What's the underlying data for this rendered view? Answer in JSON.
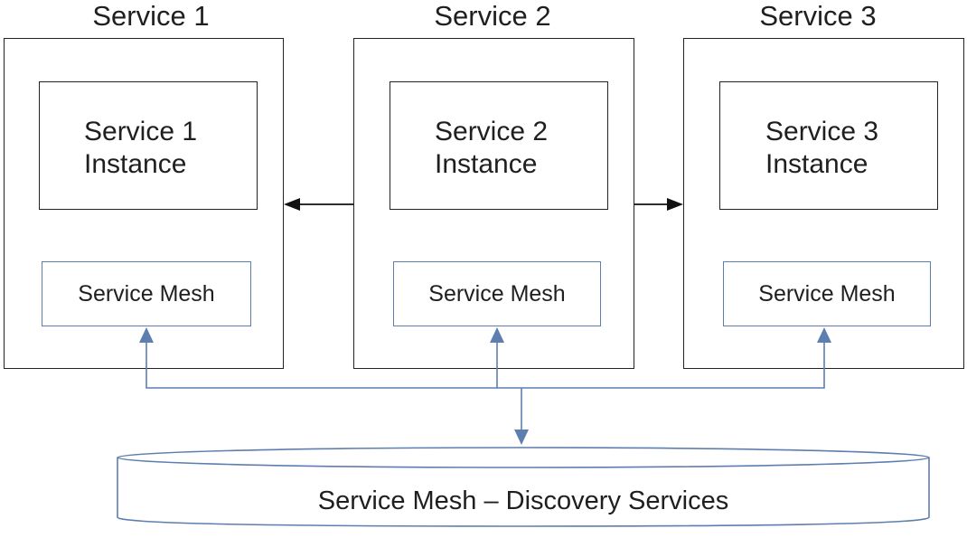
{
  "services": [
    {
      "title": "Service 1",
      "instance_line1": "Service 1",
      "instance_line2": "Instance",
      "mesh_label": "Service Mesh"
    },
    {
      "title": "Service 2",
      "instance_line1": "Service 2",
      "instance_line2": "Instance",
      "mesh_label": "Service Mesh"
    },
    {
      "title": "Service 3",
      "instance_line1": "Service 3",
      "instance_line2": "Instance",
      "mesh_label": "Service Mesh"
    }
  ],
  "discovery": {
    "label": "Service Mesh – Discovery Services"
  },
  "colors": {
    "box_border": "#222222",
    "mesh_border": "#5d7fb0",
    "connector": "#5d7fb0",
    "call_arrow": "#111111"
  }
}
